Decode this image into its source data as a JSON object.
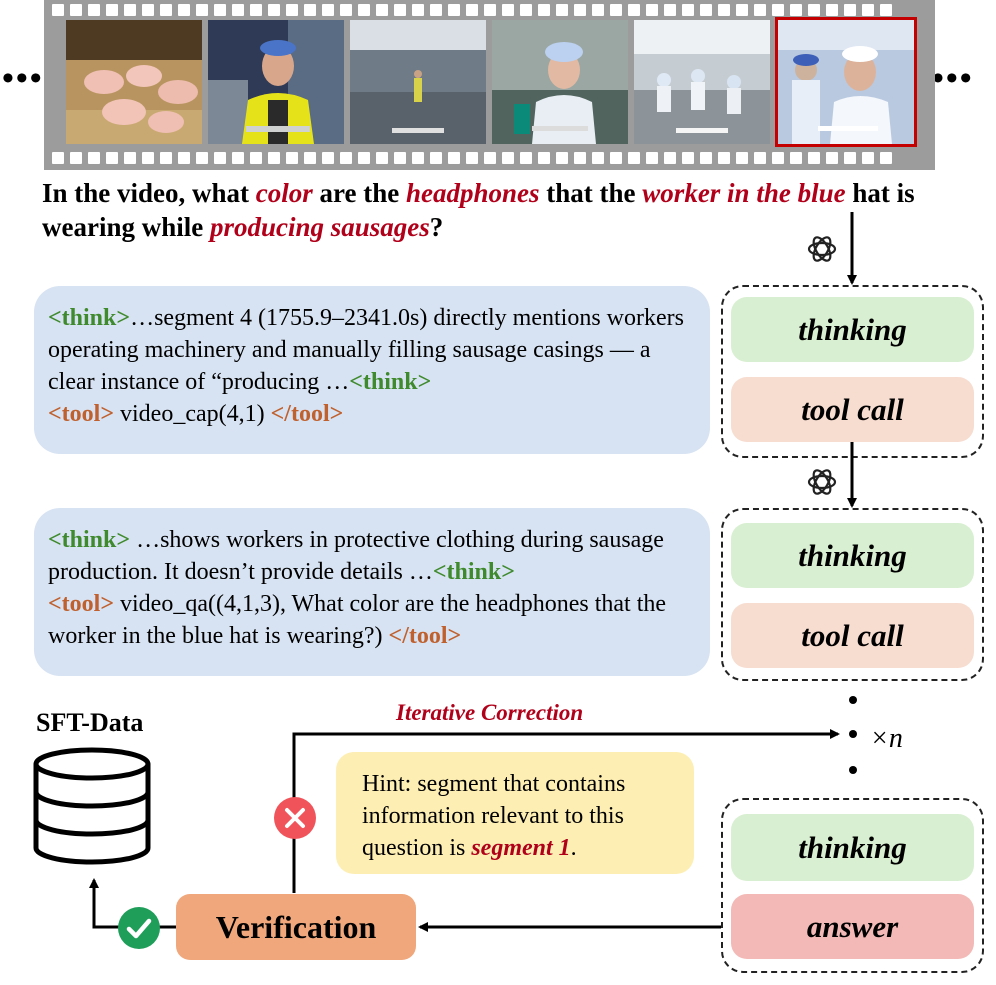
{
  "question": {
    "p1": "In the video, what ",
    "h1": "color",
    "p2": " are the ",
    "h2": "headphones",
    "p3": " that the ",
    "h3": "worker in the blue",
    "p4": " hat is wearing while ",
    "h4": "producing sausages",
    "p5": "?"
  },
  "step1": {
    "think_open": "<think>",
    "t1": "…segment 4 (1755.9–2341.0s) directly mentions workers operating machinery and manually filling sausage casings — a clear instance of “producing …",
    "think_close": "<think>",
    "tool_open": "<tool>",
    "t2": " video_cap(4,1) ",
    "tool_close": "</tool>"
  },
  "step2": {
    "think_open": "<think>",
    "t1": " …shows workers in protective clothing during sausage production. It doesn’t provide details …",
    "think_close": "<think>",
    "tool_open": "<tool>",
    "t2": " video_qa((4,1,3), What color are the headphones that the worker in the blue hat is wearing?) ",
    "tool_close": "</tool>"
  },
  "pills": {
    "thinking": "thinking",
    "tool_call": "tool call",
    "answer": "answer"
  },
  "sft_label": "SFT-Data",
  "iterative_label": "Iterative Correction",
  "repeat_label": "×n",
  "hint": {
    "text": "Hint: segment that contains information relevant to this question is ",
    "highlight": "segment 1",
    "end": "."
  },
  "verification_label": "Verification",
  "colors": {
    "highlight": "#b0001a",
    "think_tag": "#3f8a2d",
    "tool_tag": "#c0602d",
    "bubble": "#d7e3f2",
    "thinking_pill": "#d8efd1",
    "tool_pill": "#f7dcd0",
    "answer_pill": "#f3b9b6",
    "hint_bg": "#fdeeb3",
    "verification_bg": "#f0a77c",
    "check": "#1f9e5a",
    "cross": "#f0545a"
  }
}
